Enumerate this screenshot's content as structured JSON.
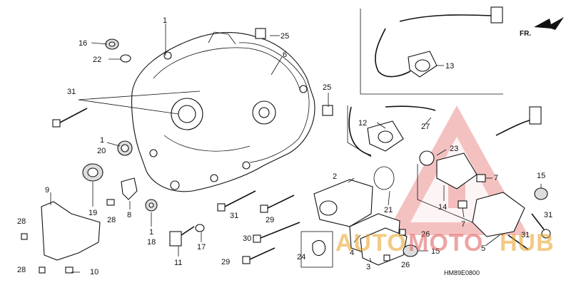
{
  "diagram_code": "HM89E0800",
  "direction_label": "FR.",
  "watermark": {
    "left": "AUTO",
    "mid": "MOTO",
    "right": "HUB",
    "color": "#e05a5a"
  },
  "callouts": [
    {
      "id": "c1a",
      "label": "1"
    },
    {
      "id": "c16",
      "label": "16"
    },
    {
      "id": "c25a",
      "label": "25"
    },
    {
      "id": "c22",
      "label": "22"
    },
    {
      "id": "c6",
      "label": "6"
    },
    {
      "id": "c31a",
      "label": "31"
    },
    {
      "id": "c25b",
      "label": "25"
    },
    {
      "id": "c1b",
      "label": "1"
    },
    {
      "id": "c20",
      "label": "20"
    },
    {
      "id": "c9",
      "label": "9"
    },
    {
      "id": "c19",
      "label": "19"
    },
    {
      "id": "c8",
      "label": "8"
    },
    {
      "id": "c28a",
      "label": "28"
    },
    {
      "id": "c28b",
      "label": "28"
    },
    {
      "id": "c1c",
      "label": "1"
    },
    {
      "id": "c18",
      "label": "18"
    },
    {
      "id": "c11",
      "label": "11"
    },
    {
      "id": "c17",
      "label": "17"
    },
    {
      "id": "c28c",
      "label": "28"
    },
    {
      "id": "c10",
      "label": "10"
    },
    {
      "id": "c31b",
      "label": "31"
    },
    {
      "id": "c29a",
      "label": "29"
    },
    {
      "id": "c30",
      "label": "30"
    },
    {
      "id": "c29b",
      "label": "29"
    },
    {
      "id": "c24",
      "label": "24"
    },
    {
      "id": "c2",
      "label": "2"
    },
    {
      "id": "c21",
      "label": "21"
    },
    {
      "id": "c4",
      "label": "4"
    },
    {
      "id": "c3",
      "label": "3"
    },
    {
      "id": "c26a",
      "label": "26"
    },
    {
      "id": "c26b",
      "label": "26"
    },
    {
      "id": "c15a",
      "label": "15"
    },
    {
      "id": "c12",
      "label": "12"
    },
    {
      "id": "c27",
      "label": "27"
    },
    {
      "id": "c13",
      "label": "13"
    },
    {
      "id": "c23",
      "label": "23"
    },
    {
      "id": "c14",
      "label": "14"
    },
    {
      "id": "c7a",
      "label": "7"
    },
    {
      "id": "c7b",
      "label": "7"
    },
    {
      "id": "c15b",
      "label": "15"
    },
    {
      "id": "c31c",
      "label": "31"
    },
    {
      "id": "c31d",
      "label": "31"
    },
    {
      "id": "c5",
      "label": "5"
    }
  ]
}
